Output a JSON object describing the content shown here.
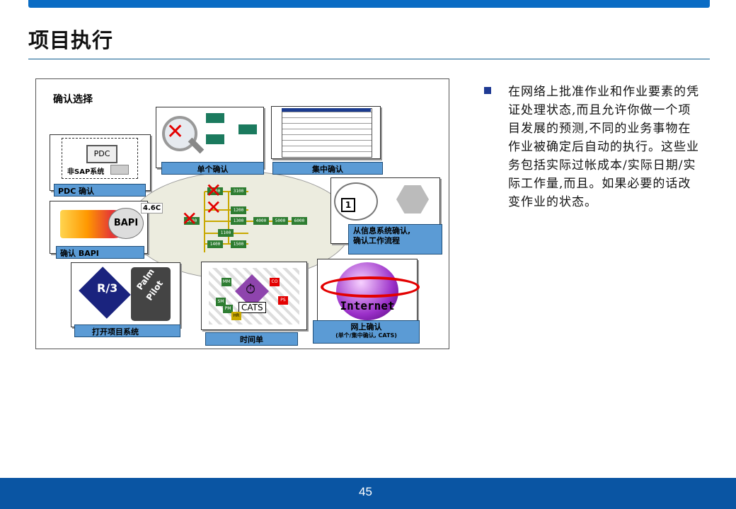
{
  "slide": {
    "title": "项目执行",
    "page_number": "45"
  },
  "diagram": {
    "title": "确认选择",
    "panels": {
      "pdc": {
        "screen_label": "PDC",
        "non_sap": "非SAP系统",
        "caption": "PDC 确认"
      },
      "bapi": {
        "version": "4.6C",
        "label": "BAPI",
        "caption": "确认 BAPI"
      },
      "single": {
        "caption": "单个确认"
      },
      "collective": {
        "caption": "集中确认"
      },
      "workflow": {
        "caption": "从信息系统确认,\n确认工作流程",
        "badge": "1"
      },
      "palm": {
        "r3": "R/3",
        "palm": "Palm",
        "pilot": "Pilot",
        "caption": "打开项目系统"
      },
      "cats": {
        "label": "CATS",
        "modules": [
          "MM",
          "CO",
          "SM",
          "PM",
          "HR",
          "PS"
        ],
        "caption": "时间单"
      },
      "internet": {
        "label": "Internet",
        "caption": "网上确认",
        "subcaption": "(单个/集中确认, CATS)"
      }
    },
    "network_nodes": [
      "2000",
      "3100",
      "1200",
      "1000",
      "1300",
      "4000",
      "5000",
      "6000",
      "1100",
      "1400",
      "1500"
    ]
  },
  "bullet": {
    "text": "在网络上批准作业和作业要素的凭证处理状态,而且允许你做一个项目发展的预测,不同的业务事物在作业被确定后自动的执行。这些业务包括实际过帐成本/实际日期/实际工作量,而且。如果必要的话改变作业的状态。"
  },
  "colors": {
    "header_bar": "#0a6cc4",
    "footer_bar": "#0a55a3",
    "caption_fill": "#5b9bd5",
    "node_fill": "#2e7d32",
    "cross": "#e30000"
  }
}
